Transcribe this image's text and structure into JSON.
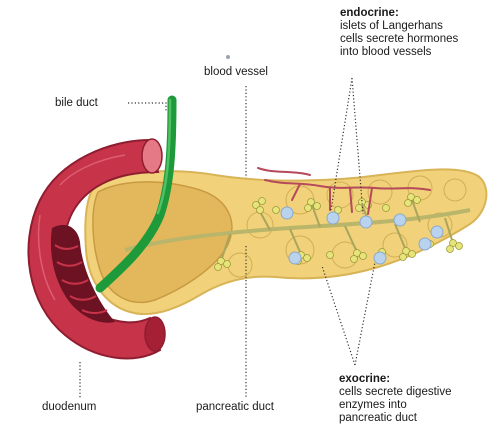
{
  "labels": {
    "endocrine": {
      "title": "endocrine:",
      "lines": [
        "islets of Langerhans",
        "cells secrete hormones",
        "into blood vessels"
      ]
    },
    "blood_vessel": "blood vessel",
    "bile_duct": "bile duct",
    "exocrine": {
      "title": "exocrine:",
      "lines": [
        "cells secrete digestive",
        "enzymes into",
        "pancreatic duct"
      ]
    },
    "duodenum": "duodenum",
    "pancreatic_duct": "pancreatic duct"
  },
  "colors": {
    "pancreas": "#f1d27a",
    "pancreas_edge": "#d8b457",
    "duodenum": "#c7344a",
    "duodenum_dark": "#8e1d30",
    "bile_duct": "#1f9a3a",
    "vessel": "#b54a5a",
    "islet": "#b9d3ee",
    "leader": "#333333"
  }
}
